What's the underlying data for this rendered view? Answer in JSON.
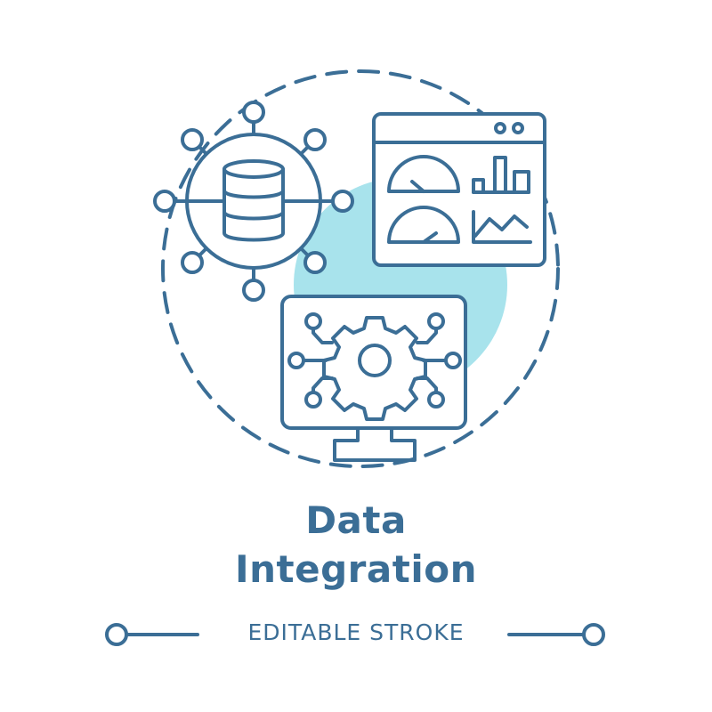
{
  "title": {
    "line1": "Data",
    "line2": "Integration"
  },
  "caption": "EDITABLE STROKE",
  "colors": {
    "stroke": "#3b6e96",
    "accent_fill": "#a8e3ec",
    "background": "#ffffff"
  },
  "icons": [
    "database-network-icon",
    "dashboard-window-icon",
    "gauge-icon",
    "bar-chart-icon",
    "line-chart-icon",
    "monitor-gear-icon",
    "gear-icon"
  ]
}
